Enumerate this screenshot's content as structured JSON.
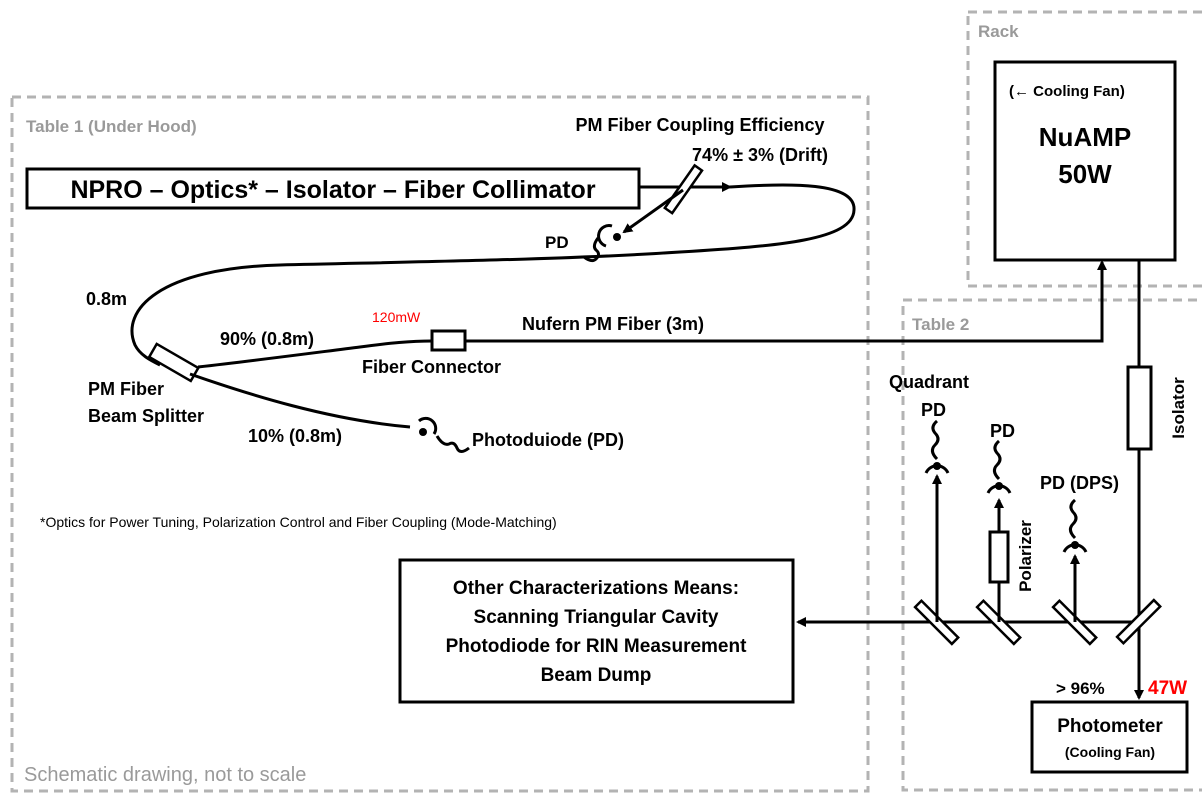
{
  "regions": {
    "rack_label": "Rack",
    "table1_label": "Table 1 (Under Hood)",
    "table2_label": "Table 2"
  },
  "source": {
    "label": "NPRO – Optics* – Isolator – Fiber Collimator"
  },
  "coupling": {
    "title": "PM Fiber Coupling Efficiency",
    "value": "74% ± 3% (Drift)",
    "pd_label": "PD"
  },
  "fiber": {
    "loop_length": "0.8m",
    "splitter_line1": "PM Fiber",
    "splitter_line2": "Beam Splitter",
    "branch_90": "90% (0.8m)",
    "branch_10": "10% (0.8m)",
    "power_at_connector": "120mW",
    "connector_label": "Fiber Connector",
    "nufern_label": "Nufern PM Fiber (3m)",
    "photodiode_label": "Photoduiode (PD)"
  },
  "footnote": "*Optics for Power Tuning, Polarization Control and Fiber Coupling (Mode-Matching)",
  "amplifier": {
    "fan_note": "(← Cooling Fan)",
    "name": "NuAMP",
    "power": "50W"
  },
  "table2": {
    "isolator_label": "Isolator",
    "quadrant_label": "Quadrant",
    "quadrant_pd": "PD",
    "pol_pd": "PD",
    "polarizer_label": "Polarizer",
    "dps_label": "PD (DPS)",
    "transmission": "> 96%",
    "output_power": "47W",
    "photometer_name": "Photometer",
    "photometer_note": "(Cooling Fan)"
  },
  "characterization": {
    "line1": "Other Characterizations Means:",
    "line2": "Scanning Triangular Cavity",
    "line3": "Photodiode for RIN Measurement",
    "line4": "Beam Dump"
  },
  "scale_note": "Schematic drawing, not to scale",
  "colors": {
    "frame": "#b3b3b3",
    "frame_label": "#9a9a9a",
    "highlight": "#ff0000",
    "line": "#000000"
  }
}
